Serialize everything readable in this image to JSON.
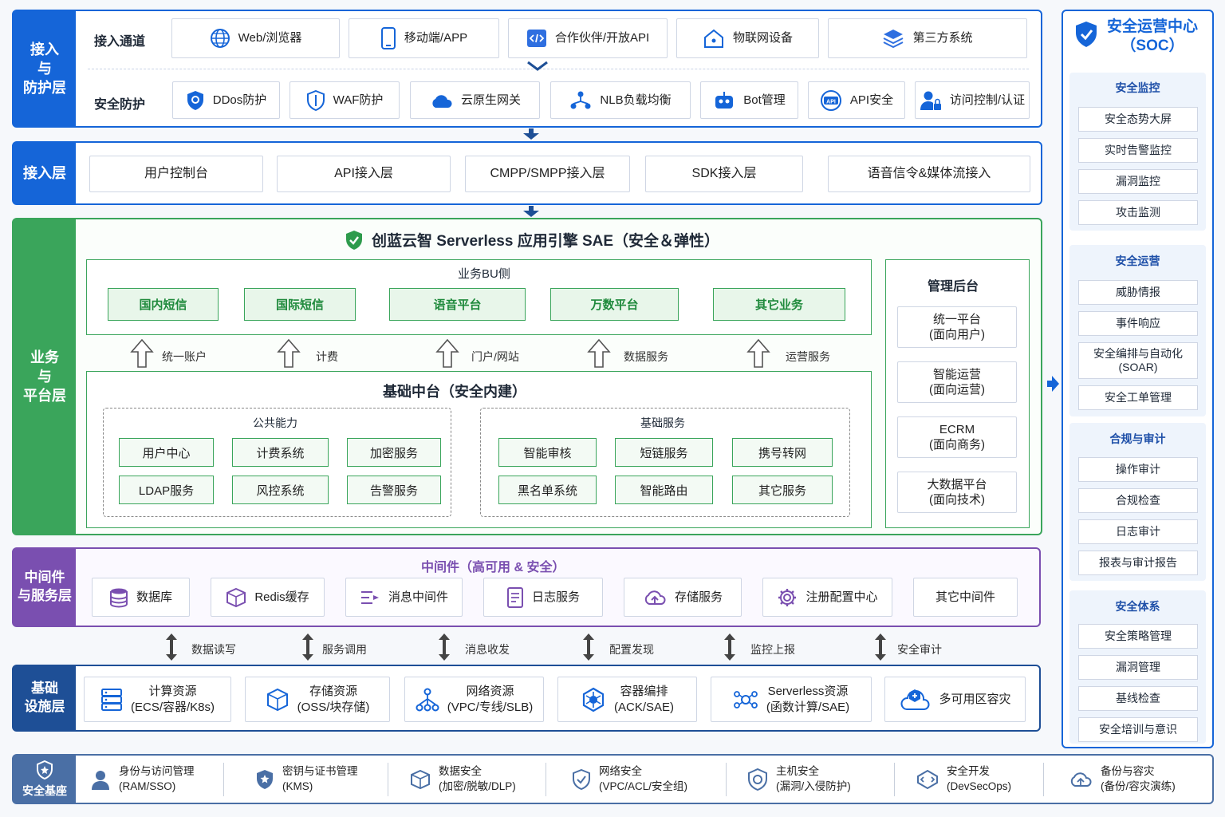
{
  "access": {
    "tab": "接入\n与\n防护层",
    "channels_label": "接入通道",
    "channels": [
      "Web/浏览器",
      "移动端/APP",
      "合作伙伴/开放API",
      "物联网设备",
      "第三方系统"
    ],
    "protection_label": "安全防护",
    "protection": [
      "DDos防护",
      "WAF防护",
      "云原生网关",
      "NLB负载均衡",
      "Bot管理",
      "API安全",
      "访问控制/认证"
    ]
  },
  "ingress": {
    "tab": "接入层",
    "items": [
      "用户控制台",
      "API接入层",
      "CMPP/SMPP接入层",
      "SDK接入层",
      "语音信令&媒体流接入"
    ]
  },
  "business": {
    "tab": "业务\n与\n平台层",
    "title": "创蓝云智 Serverless 应用引擎 SAE（安全＆弹性）",
    "bu_title": "业务BU侧",
    "bu_items": [
      "国内短信",
      "国际短信",
      "语音平台",
      "万数平台",
      "其它业务"
    ],
    "arrow_labels": [
      "统一账户",
      "计费",
      "门户/网站",
      "数据服务",
      "运营服务"
    ],
    "platform_title": "基础中台（安全内建）",
    "public_title": "公共能力",
    "public_items": [
      "用户中心",
      "计费系统",
      "加密服务",
      "LDAP服务",
      "风控系统",
      "告警服务"
    ],
    "basic_title": "基础服务",
    "basic_items": [
      "智能审核",
      "短链服务",
      "携号转网",
      "黑名单系统",
      "智能路由",
      "其它服务"
    ],
    "admin_title": "管理后台",
    "admin_items": [
      "统一平台\n(面向用户)",
      "智能运营\n(面向运营)",
      "ECRM\n(面向商务)",
      "大数据平台\n(面向技术)"
    ]
  },
  "middleware": {
    "tab": "中间件\n与服务层",
    "title": "中间件（高可用 & 安全）",
    "items": [
      "数据库",
      "Redis缓存",
      "消息中间件",
      "日志服务",
      "存储服务",
      "注册配置中心",
      "其它中间件"
    ],
    "arrow_labels": [
      "数据读写",
      "服务调用",
      "消息收发",
      "配置发现",
      "监控上报",
      "安全审计"
    ]
  },
  "infra": {
    "tab": "基础\n设施层",
    "items": [
      "计算资源\n(ECS/容器/K8s)",
      "存储资源\n(OSS/块存储)",
      "网络资源\n(VPC/专线/SLB)",
      "容器编排\n(ACK/SAE)",
      "Serverless资源\n(函数计算/SAE)",
      "多可用区容灾"
    ]
  },
  "foundation": {
    "tab": "安全基座",
    "items": [
      "身份与访问管理\n(RAM/SSO)",
      "密钥与证书管理\n(KMS)",
      "数据安全\n(加密/脱敏/DLP)",
      "网络安全\n(VPC/ACL/安全组)",
      "主机安全\n(漏洞/入侵防护)",
      "安全开发\n(DevSecOps)",
      "备份与容灾\n(备份/容灾演练)"
    ]
  },
  "soc": {
    "title": "安全运营中心\n（SOC）",
    "sections": [
      {
        "title": "安全监控",
        "items": [
          "安全态势大屏",
          "实时告警监控",
          "漏洞监控",
          "攻击监测"
        ]
      },
      {
        "title": "安全运营",
        "items": [
          "威胁情报",
          "事件响应",
          "安全编排与自动化\n(SOAR)",
          "安全工单管理"
        ]
      },
      {
        "title": "合规与审计",
        "items": [
          "操作审计",
          "合规检查",
          "日志审计",
          "报表与审计报告"
        ]
      },
      {
        "title": "安全体系",
        "items": [
          "安全策略管理",
          "漏洞管理",
          "基线检查",
          "安全培训与意识"
        ]
      }
    ]
  },
  "colors": {
    "blue": "#1565d8",
    "green": "#3aa55b",
    "purple": "#7a4fb0",
    "navy": "#1e4f96",
    "slate": "#4a6fa5"
  }
}
